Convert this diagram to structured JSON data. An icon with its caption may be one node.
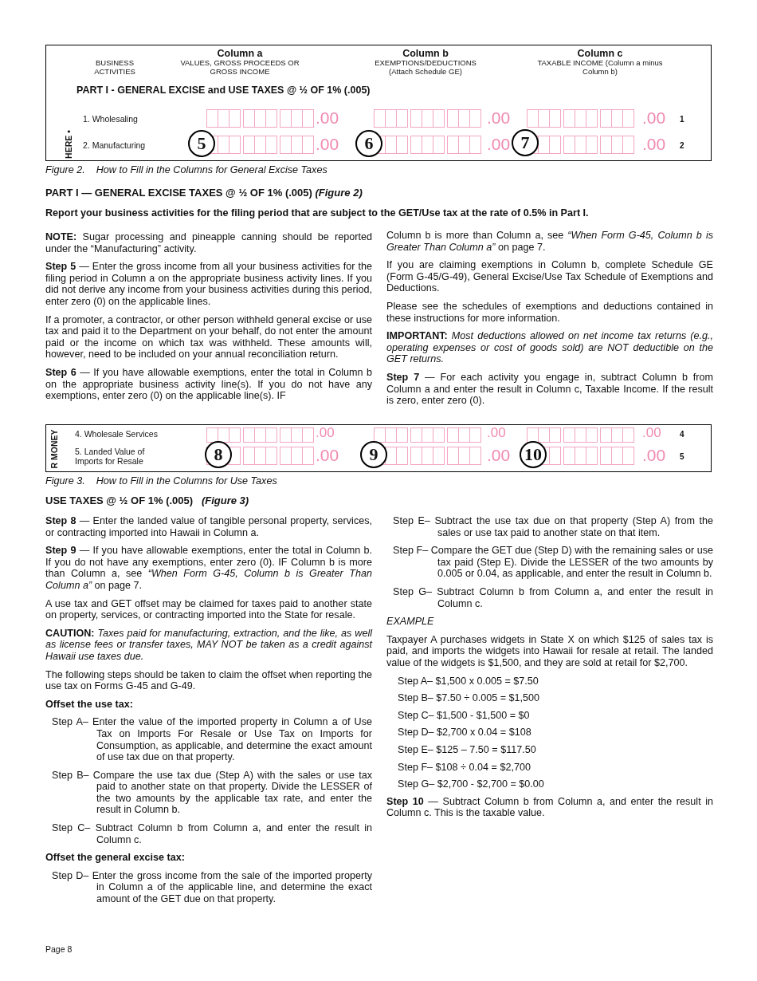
{
  "diagram": {
    "nodes": [
      {
        "text": [
          "5"
        ]
      },
      {
        "text": [
          "6"
        ]
      },
      {
        "text": [
          "7"
        ]
      },
      {
        "text": [
          "8"
        ]
      },
      {
        "text": [
          "9"
        ]
      },
      {
        "text": [
          "10"
        ]
      }
    ],
    "labels": [
      "BUSINESS ACTIVITIES",
      "Column a",
      "VALUES, GROSS PROCEEDS OR GROSS INCOME",
      "Column b",
      "EXEMPTIONS/DEDUCTIONS (Attach Schedule GE)",
      "Column c",
      "TAXABLE INCOME (Column a minus Column b)",
      "PART I - GENERAL EXCISE and USE TAXES @ ½ OF 1% (.005)",
      "1. Wholesaling",
      ".00",
      ".00",
      ".00",
      "1",
      "HERE •",
      "2. Manufacturing",
      ".00",
      ".00",
      ".00",
      "2",
      "Figure 2.    How to Fill in the Columns for General Excise Taxes",
      "PART I — GENERAL EXCISE TAXES @ ½ OF 1% (.005) *(Figure 2)*",
      "Report your business activities for the filing period that are subject to the GET/Use tax at the rate of 0.5% in Part I.",
      "**NOTE:** Sugar processing and pineapple canning should be reported under the “Manufacturing” activity.",
      "**Step 5** — Enter the gross income from all your business activities for the filing period in Column a on the appropriate business activity lines. If you did not derive any income from your business activities during this period, enter zero (0) on the applicable lines.",
      "If a promoter, a contractor, or other person withheld general excise or use tax and paid it to the Department on your behalf, do not enter the amount paid or the income on which tax was withheld. These amounts will, however, need to be included on your annual reconciliation return.",
      "**Step 6** — If you have allowable exemptions, enter the total in Column b on the appropriate business activity line(s). If you do not have any exemptions, enter zero (0) on the applicable line(s). IF",
      "Column b is more than Column a, see *“When Form G-45, Column b is Greater Than Column a”* on page 7.",
      "If you are claiming exemptions in Column b, complete Schedule GE (Form G-45/G-49), General Excise/Use Tax Schedule of Exemptions and Deductions.",
      "Please see the schedules of exemptions and deductions contained in these instructions for more information.",
      "**IMPORTANT:** *Most deductions allowed on net income tax returns (e.g., operating expenses or cost of goods sold) are NOT deductible on the GET returns.*",
      "**Step 7** — For each activity you engage in, subtract Column b from Column a and enter the result in Column c, Taxable Income. If the result is zero, enter zero (0).",
      "R MONEY",
      "4. Wholesale Services",
      ".00",
      ".00",
      ".00",
      "4",
      "5. Landed Value of Imports for Resale",
      ".00",
      ".00",
      ".00",
      "5",
      "Figure 3.    How to Fill in the Columns for Use Taxes",
      "USE TAXES @ ½ OF 1% (.005)   *(Figure 3)*",
      "**Step 8** — Enter the landed value of tangible personal property, services, or contracting imported into Hawaii in Column a.",
      "**Step 9** — If you have allowable exemptions, enter the total in Column b. If you do not have any exemptions, enter zero (0). IF Column b is more than Column a, see *“When Form G-45, Column b is Greater Than Column a”* on page 7.",
      "A use tax and GET offset may be claimed for taxes paid to another state on property, services, or contracting imported into the State for resale.",
      "**CAUTION:** *Taxes paid for manufacturing, extraction, and the like, as well as license fees or transfer taxes, MAY NOT be taken as a credit against Hawaii use taxes due.*",
      "The following steps should be taken to claim the offset when reporting the use tax on Forms G-45 and G-49.",
      "Offset the use tax:",
      "Step A– Enter the value of the imported property in Column a of Use Tax on Imports For Resale or Use Tax on Imports for Consumption, as applicable, and determine the exact amount of use tax due on that property.",
      "Step B– Compare the use tax due (Step A) with the sales or use tax paid to another state on that property. Divide the LESSER of the two amounts by the applicable tax rate, and enter the result in Column b.",
      "Step C– Subtract Column b from Column a, and enter the result in Column c.",
      "Offset the general excise tax:",
      "Step D– Enter the gross income from the sale of the imported property in Column a of the applicable line, and determine the exact amount of the GET due on that property.",
      "Step E– Subtract the use tax due on that property (Step A) from the sales or use tax paid to another state on that item.",
      "Step F– Compare the GET due (Step D) with the remaining sales or use tax paid (Step E). Divide the LESSER of the two amounts by 0.005 or 0.04, as applicable, and enter the result in Column b.",
      "Step G– Subtract Column b from Column a, and enter the result in Column c.",
      "EXAMPLE",
      "Taxpayer A purchases widgets in State X on which $125 of sales tax is paid, and imports the widgets into Hawaii for resale at retail. The landed value of the widgets is $1,500, and they are sold at retail for $2,700.",
      "Step A– $1,500 x 0.005 = $7.50",
      "Step B– $7.50 ÷ 0.005 = $1,500",
      "Step C– $1,500 - $1,500 = $0",
      "Step D– $2,700 x 0.04 = $108",
      "Step E– $125 – 7.50 = $117.50",
      "Step F– $108  ÷ 0.04 = $2,700",
      "Step G– $2,700 - $2,700 = $0.00",
      "**Step 10** — Subtract Column b from Column a, and enter the result in Column c. This is the taxable value.",
      "Page 8"
    ]
  }
}
